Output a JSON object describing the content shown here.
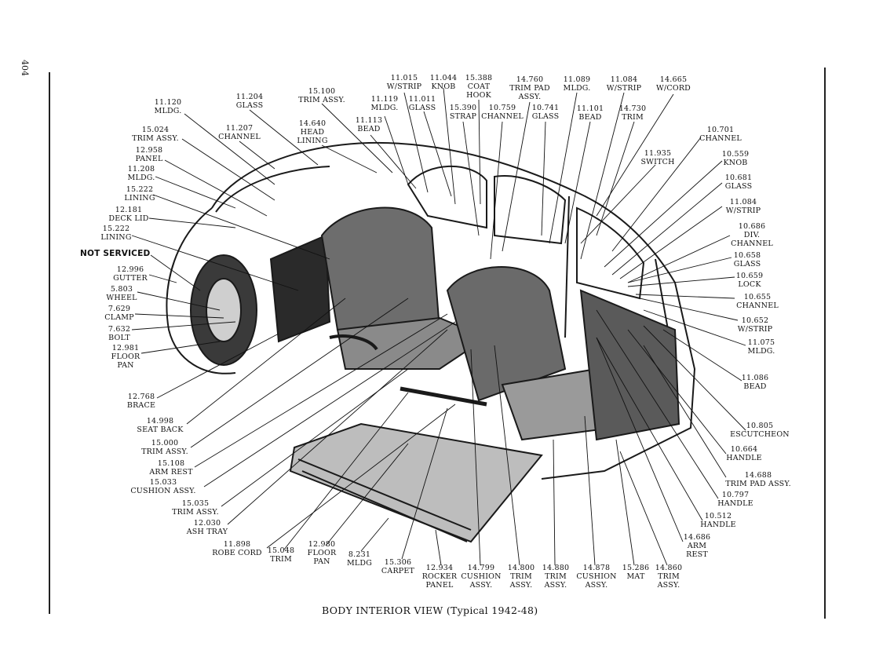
{
  "page_number": "404",
  "caption": "BODY INTERIOR VIEW (Typical 1942-48)",
  "labels": {
    "l_11120": [
      "11.120",
      "MLDG."
    ],
    "l_11204": [
      "11.204",
      "GLASS"
    ],
    "l_15100": [
      "15.100",
      "TRIM ASSY."
    ],
    "l_11207": [
      "11.207",
      "CHANNEL"
    ],
    "l_14640": [
      "14.640",
      "HEAD",
      "LINING"
    ],
    "l_11119": [
      "11.119",
      "MLDG."
    ],
    "l_11113": [
      "11.113",
      "BEAD"
    ],
    "l_11015": [
      "11.015",
      "W/STRIP"
    ],
    "l_11044": [
      "11.044",
      "KNOB"
    ],
    "l_11011": [
      "11.011",
      "GLASS"
    ],
    "l_15388": [
      "15.388",
      "COAT",
      "HOOK"
    ],
    "l_15390": [
      "15.390",
      "STRAP"
    ],
    "l_10759": [
      "10.759",
      "CHANNEL"
    ],
    "l_14760": [
      "14.760",
      "TRIM PAD",
      "ASSY."
    ],
    "l_10741": [
      "10.741",
      "GLASS"
    ],
    "l_11089": [
      "11.089",
      "MLDG."
    ],
    "l_11101": [
      "11.101",
      "BEAD"
    ],
    "l_11084a": [
      "11.084",
      "W/STRIP"
    ],
    "l_14730": [
      "14.730",
      "TRIM"
    ],
    "l_14665": [
      "14.665",
      "W/CORD"
    ],
    "l_15024": [
      "15.024",
      "TRIM ASSY."
    ],
    "l_12958": [
      "12.958",
      "PANEL"
    ],
    "l_11208": [
      "11.208",
      "MLDG."
    ],
    "l_15222a": [
      "15.222",
      "LINING"
    ],
    "l_12181": [
      "12.181",
      "DECK LID"
    ],
    "l_15222b": [
      "15.222",
      "LINING"
    ],
    "l_notserv": [
      "NOT SERVICED"
    ],
    "l_12996": [
      "12.996",
      "GUTTER"
    ],
    "l_5803": [
      "5.803",
      "WHEEL"
    ],
    "l_7629": [
      "7.629",
      "CLAMP"
    ],
    "l_7632": [
      "7.632",
      "BOLT"
    ],
    "l_12981": [
      "12.981",
      "FLOOR",
      "PAN"
    ],
    "l_12768": [
      "12.768",
      "BRACE"
    ],
    "l_14998": [
      "14.998",
      "SEAT BACK"
    ],
    "l_15000": [
      "15.000",
      "TRIM ASSY."
    ],
    "l_15108": [
      "15.108",
      "ARM REST"
    ],
    "l_15033": [
      "15.033",
      "CUSHION ASSY."
    ],
    "l_15035": [
      "15.035",
      "TRIM ASSY."
    ],
    "l_12030": [
      "12.030",
      "ASH TRAY"
    ],
    "l_11898": [
      "11.898",
      "ROBE CORD"
    ],
    "l_15048": [
      "15.048",
      "TRIM"
    ],
    "l_12980": [
      "12.980",
      "FLOOR",
      "PAN"
    ],
    "l_8231": [
      "8.231",
      "MLDG"
    ],
    "l_15306": [
      "15.306",
      "CARPET"
    ],
    "l_12934": [
      "12.934",
      "ROCKER",
      "PANEL"
    ],
    "l_14799": [
      "14.799",
      "CUSHION",
      "ASSY."
    ],
    "l_14800": [
      "14.800",
      "TRIM",
      "ASSY."
    ],
    "l_14880": [
      "14.880",
      "TRIM",
      "ASSY."
    ],
    "l_14878": [
      "14.878",
      "CUSHION",
      "ASSY."
    ],
    "l_15286": [
      "15.286",
      "MAT"
    ],
    "l_14860": [
      "14.860",
      "TRIM",
      "ASSY."
    ],
    "l_10701": [
      "10.701",
      "CHANNEL"
    ],
    "l_11935": [
      "11.935",
      "SWITCH"
    ],
    "l_10559": [
      "10.559",
      "KNOB"
    ],
    "l_10681": [
      "10.681",
      "GLASS"
    ],
    "l_11084b": [
      "11.084",
      "W/STRIP"
    ],
    "l_10686": [
      "10.686",
      "DIV.",
      "CHANNEL"
    ],
    "l_10658": [
      "10.658",
      "GLASS"
    ],
    "l_10659": [
      "10.659",
      "LOCK"
    ],
    "l_10655": [
      "10.655",
      "CHANNEL"
    ],
    "l_10652": [
      "10.652",
      "W/STRIP"
    ],
    "l_11075": [
      "11.075",
      "MLDG."
    ],
    "l_11086": [
      "11.086",
      "BEAD"
    ],
    "l_10805": [
      "10.805",
      "ESCUTCHEON"
    ],
    "l_10664": [
      "10.664",
      "HANDLE"
    ],
    "l_14688": [
      "14.688",
      "TRIM PAD ASSY."
    ],
    "l_10797": [
      "10.797",
      "HANDLE"
    ],
    "l_10512": [
      "10.512",
      "HANDLE"
    ],
    "l_14686": [
      "14.686",
      "ARM",
      "REST"
    ]
  }
}
